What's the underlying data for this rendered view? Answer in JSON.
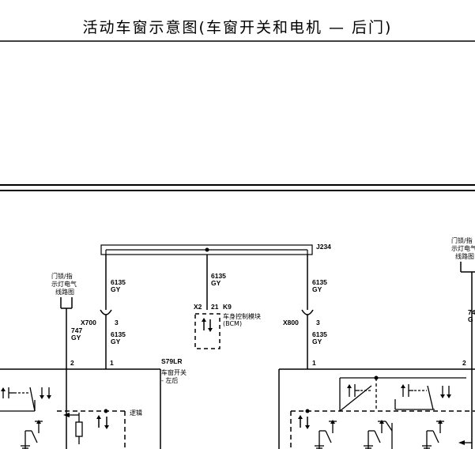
{
  "title": "活动车窗示意图(车窗开关和电机 — 后门)",
  "connectors": {
    "j234": "J234",
    "x700": "X700",
    "x800": "X800",
    "x2": "X2"
  },
  "pins": {
    "x700_pin": "3",
    "x800_pin": "3",
    "x2_pin": "21",
    "s79_pin2": "2",
    "s79_pin1": "1",
    "right_pin1": "1",
    "right_pin2": "2"
  },
  "wires": {
    "left_upper_circuit": "6135",
    "left_upper_color": "GY",
    "center_circuit": "6135",
    "center_color": "GY",
    "right_upper_circuit": "6135",
    "right_upper_color": "GY",
    "left_lower_circuit": "6135",
    "left_lower_color": "GY",
    "right_lower_circuit": "6135",
    "right_lower_color": "GY",
    "left_ref_circuit": "747",
    "left_ref_color": "GY",
    "right_ref_circuit_partial": "74",
    "right_ref_color_partial": "G"
  },
  "modules": {
    "k9_id": "K9",
    "k9_name": "车身控制模块",
    "k9_abbr": "(BCM)",
    "s79_id": "S79LR",
    "s79_name": "车窗开关",
    "s79_side": "- 左后",
    "logic_label": "逻辑"
  },
  "references": {
    "left_line1": "门锁/指",
    "left_line2": "示灯电气",
    "left_line3": "线路图",
    "right_line1": "门锁/指",
    "right_line2": "示灯电气",
    "right_line3": "线路图"
  }
}
